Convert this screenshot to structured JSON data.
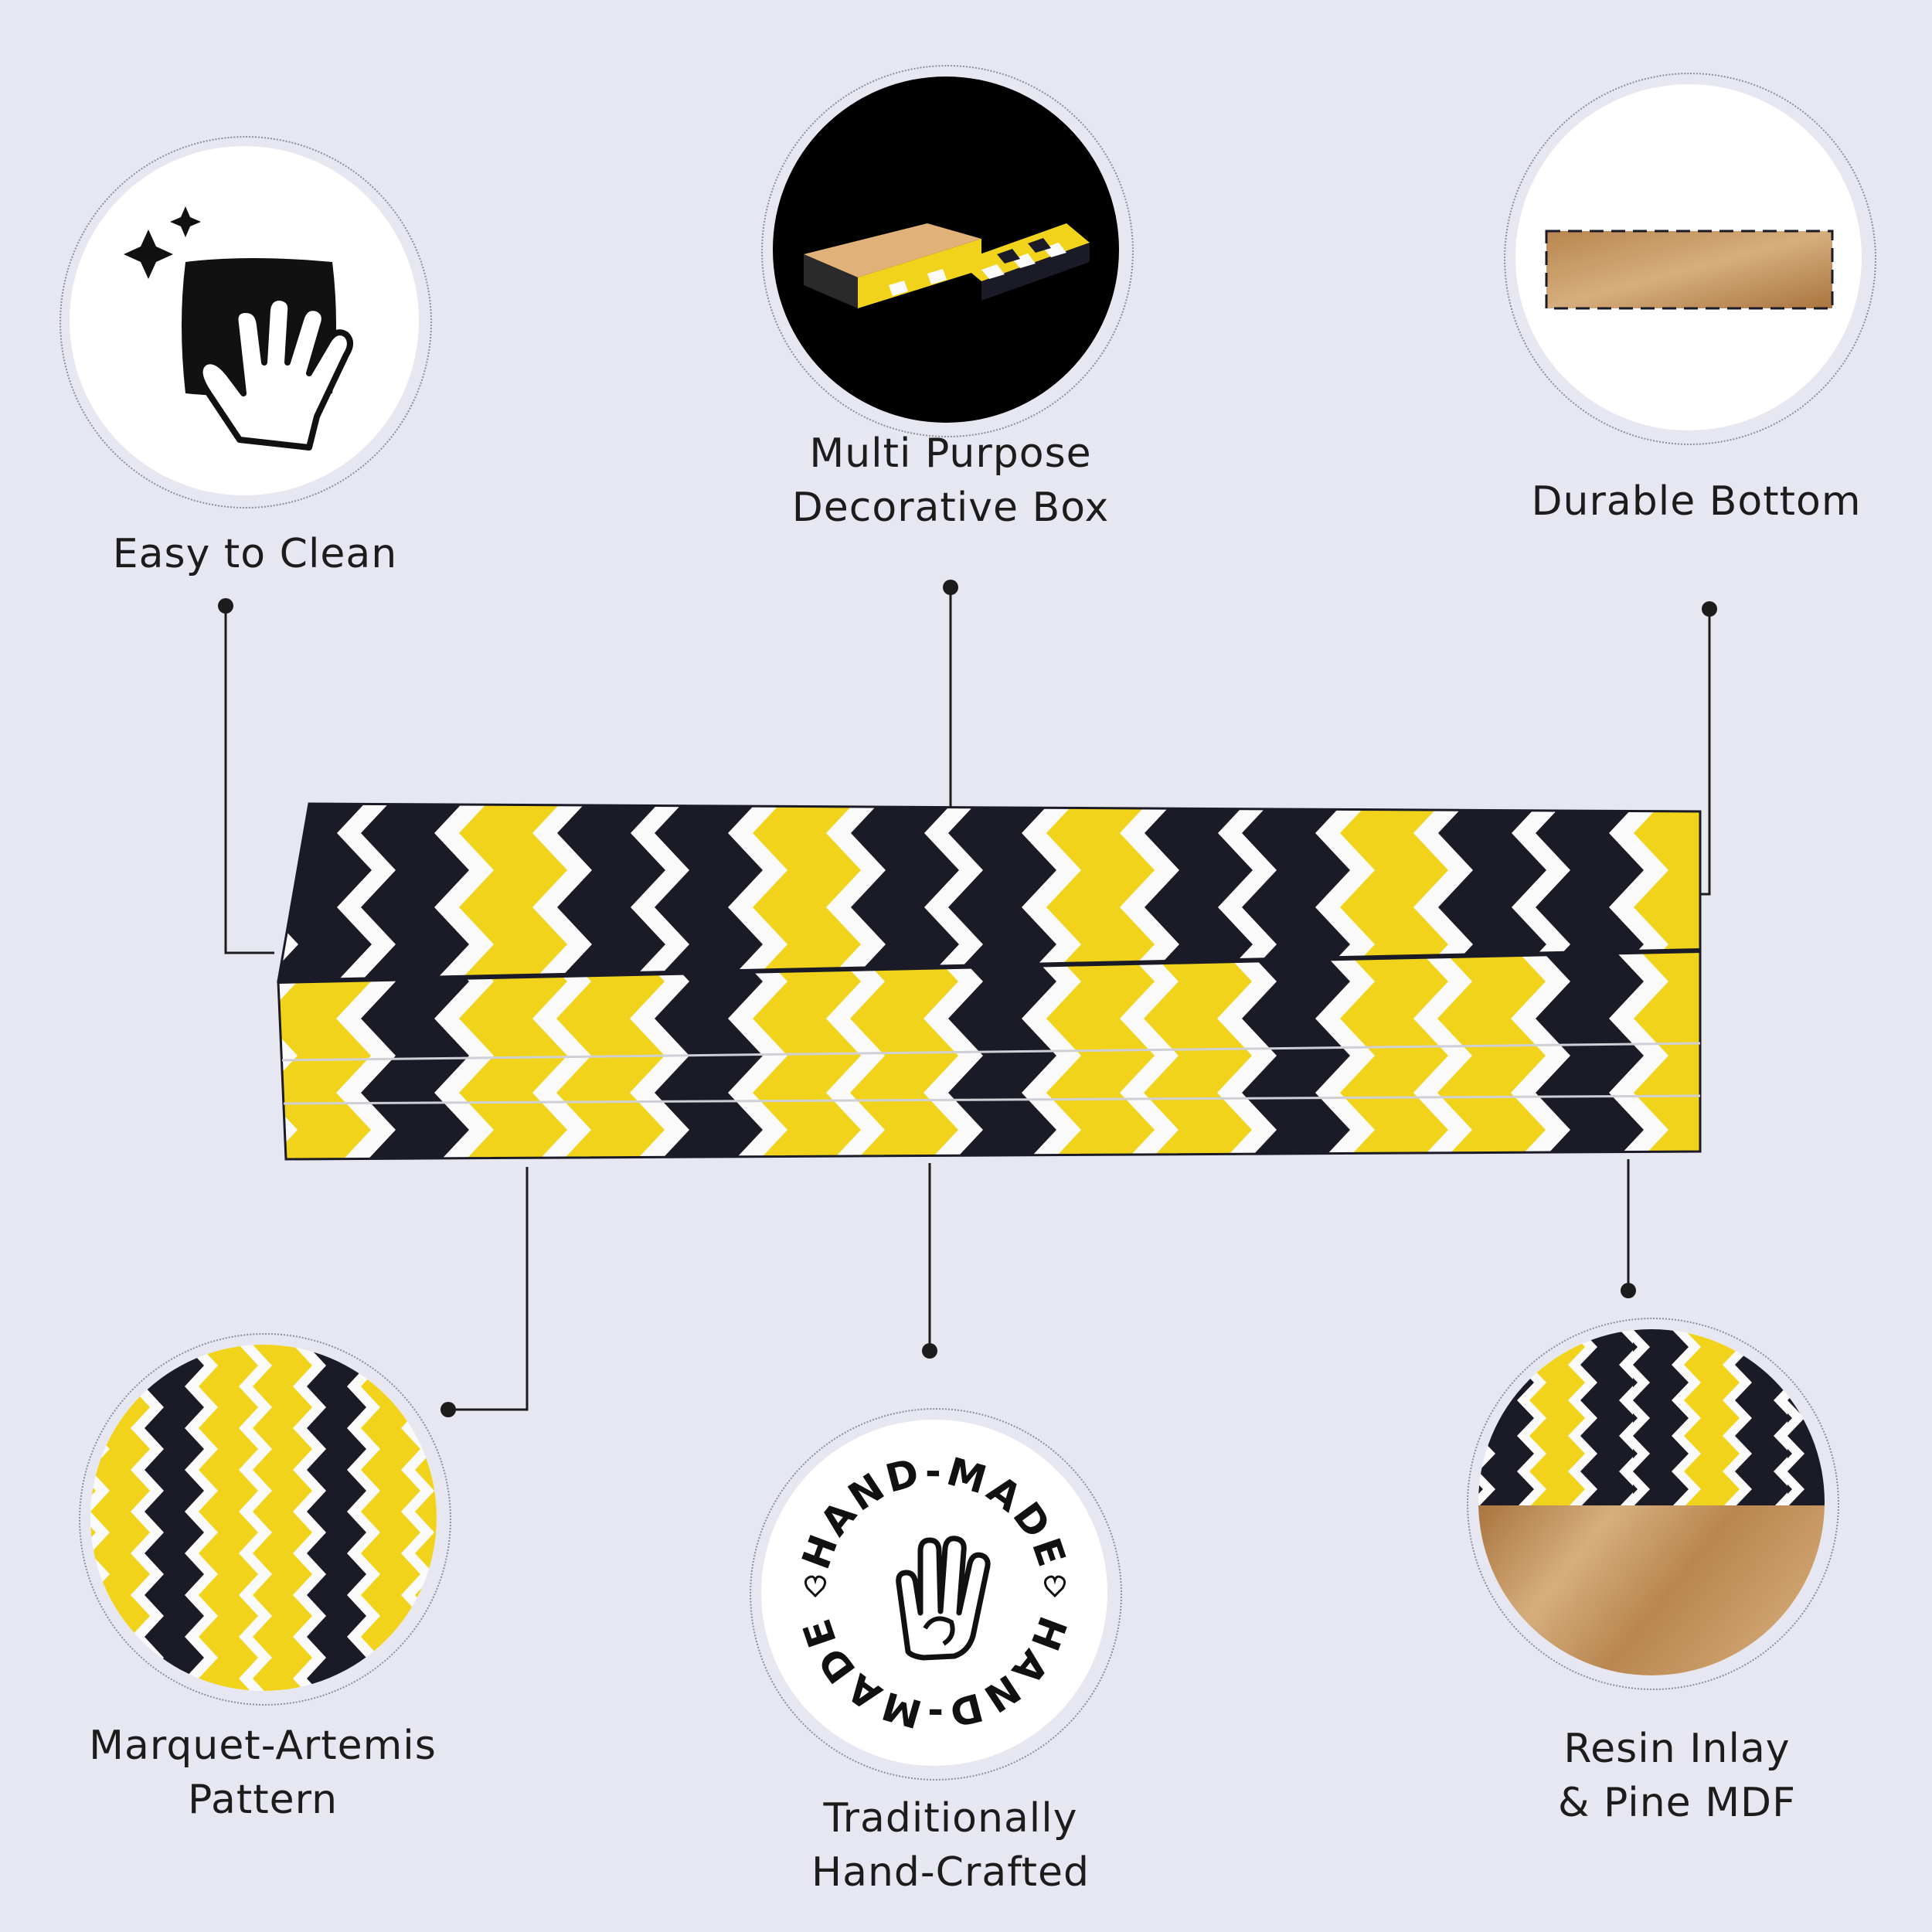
{
  "features": {
    "easy_clean": {
      "lines": [
        "Easy to Clean"
      ],
      "icon": "cleaning-hand-icon"
    },
    "multi_purpose": {
      "lines": [
        "Multi Purpose",
        "Decorative Box"
      ]
    },
    "durable_bottom": {
      "lines": [
        "Durable Bottom"
      ]
    },
    "pattern": {
      "lines": [
        "Marquet-Artemis",
        "Pattern"
      ]
    },
    "handcrafted": {
      "lines": [
        "Traditionally",
        "Hand-Crafted"
      ],
      "stamp_text": "HAND-MADE",
      "icon": "hand-made-stamp-icon"
    },
    "material": {
      "lines": [
        "Resin Inlay",
        "& Pine MDF"
      ]
    }
  },
  "colors": {
    "background": "#e6e7f1",
    "yellow": "#f2d31b",
    "black": "#1b1b28",
    "white": "#fafafa",
    "wood": "#c49a6c"
  }
}
